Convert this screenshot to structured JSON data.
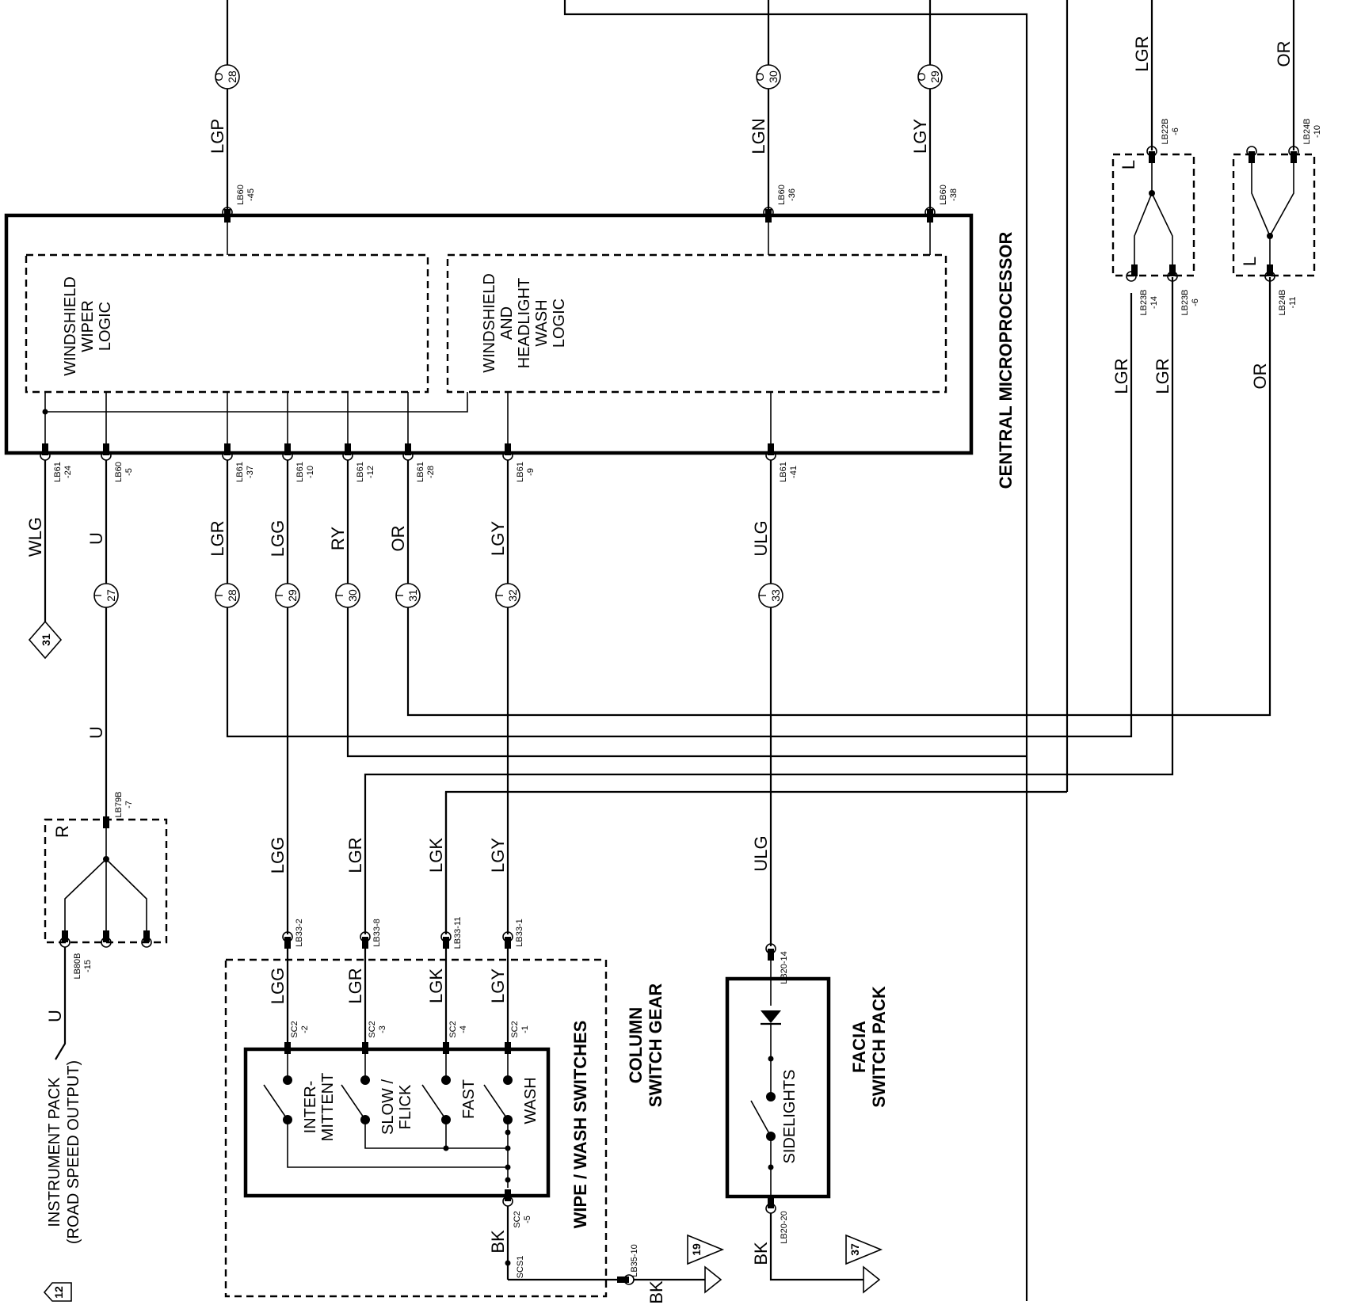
{
  "processor": {
    "title": "CENTRAL MICROPROCESSOR",
    "logic_left": [
      "WINDSHIELD",
      "WIPER",
      "LOGIC"
    ],
    "logic_right": [
      "WINDSHIELD",
      "AND",
      "HEADLIGHT",
      "WASH",
      "LOGIC"
    ]
  },
  "top_wires": [
    {
      "color": "LGP",
      "connector": [
        "LB60",
        "-45"
      ],
      "off_page": [
        "O",
        "28"
      ]
    },
    {
      "color": "LGN",
      "connector": [
        "LB60",
        "-36"
      ],
      "off_page": [
        "O",
        "30"
      ]
    },
    {
      "color": "LGY",
      "connector": [
        "LB60",
        "-38"
      ],
      "off_page": [
        "O",
        "29"
      ]
    }
  ],
  "bottom_wires": [
    {
      "color": "WLG",
      "connector": [
        "LB61",
        "-24"
      ],
      "ref": "31"
    },
    {
      "color": "U",
      "connector": [
        "LB60",
        "-5"
      ],
      "off_page": [
        "I",
        "27"
      ]
    },
    {
      "color": "LGR",
      "connector": [
        "LB61",
        "-37"
      ],
      "off_page": [
        "I",
        "28"
      ]
    },
    {
      "color": "LGG",
      "connector": [
        "LB61",
        "-10"
      ],
      "off_page": [
        "I",
        "29"
      ]
    },
    {
      "color": "RY",
      "connector": [
        "LB61",
        "-12"
      ],
      "off_page": [
        "I",
        "30"
      ]
    },
    {
      "color": "OR",
      "connector": [
        "LB61",
        "-28"
      ],
      "off_page": [
        "I",
        "31"
      ]
    },
    {
      "color": "LGY",
      "connector": [
        "LB61",
        "-9"
      ],
      "off_page": [
        "I",
        "32"
      ]
    },
    {
      "color": "ULG",
      "connector": [
        "LB61",
        "-41"
      ],
      "off_page": [
        "I",
        "33"
      ]
    }
  ],
  "splice_right_1": {
    "top_color": "LGR",
    "top_conn": [
      "LB22B",
      "-6"
    ],
    "letter": "L",
    "out1_color": "LGR",
    "out1_conn": [
      "LB23B",
      "-14"
    ],
    "out2_color": "LGR",
    "out2_conn": [
      "LB23B",
      "-6"
    ]
  },
  "splice_right_2": {
    "top_color": "OR",
    "top_conn": [
      "LB24B",
      "-10"
    ],
    "letter": "L",
    "bottom_color": "OR",
    "bottom_conn": [
      "LB24B",
      "-11"
    ]
  },
  "splice_left": {
    "wire_color": "U",
    "top_conn": [
      "LB79B",
      "-7"
    ],
    "letter": "R",
    "bottom_conn": [
      "LB80B",
      "-15"
    ],
    "out_color": "U"
  },
  "instrument_pack": [
    "INSTRUMENT PACK",
    "(ROAD SPEED OUTPUT)"
  ],
  "ref_12": "12",
  "column_switch": {
    "title": [
      "COLUMN",
      "SWITCH GEAR"
    ],
    "subtitle": "WIPE / WASH SWITCHES",
    "inputs": [
      {
        "color_upper": "LGG",
        "conn": "LB33-2",
        "color_lower": "LGG",
        "sc": [
          "SC2",
          "-2"
        ]
      },
      {
        "color_upper": "LGR",
        "conn": "LB33-8",
        "color_lower": "LGR",
        "sc": [
          "SC2",
          "-3"
        ]
      },
      {
        "color_upper": "LGK",
        "conn": "LB33-11",
        "color_lower": "LGK",
        "sc": [
          "SC2",
          "-4"
        ]
      },
      {
        "color_upper": "LGY",
        "conn": "LB33-1",
        "color_lower": "LGY",
        "sc": [
          "SC2",
          "-1"
        ]
      }
    ],
    "switches": [
      [
        "INTER-",
        "MITTENT"
      ],
      [
        "SLOW /",
        "FLICK"
      ],
      [
        "FAST"
      ],
      [
        "WASH"
      ]
    ],
    "ground_sc": [
      "SC2",
      "-5"
    ],
    "ground_color": "BK",
    "ground_scs": "SCS1",
    "ground_conn": "LB35-10",
    "ground_out_color": "BK",
    "ground_ref": "19"
  },
  "facia_switch": {
    "title": [
      "FACIA",
      "SWITCH PACK"
    ],
    "input_color": "ULG",
    "input_conn": "LB20-14",
    "switch_label": "SIDELIGHTS",
    "ground_conn": "LB20-20",
    "ground_color": "BK",
    "ground_ref": "37"
  }
}
